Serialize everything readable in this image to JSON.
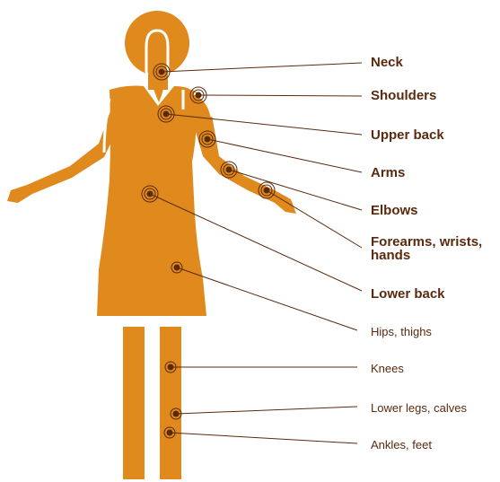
{
  "colors": {
    "body": "#e08a1e",
    "outline": "#ffffff",
    "line": "#5a2a0e",
    "marker": "#5a2a0e"
  },
  "labels": [
    {
      "id": "neck",
      "text": "Neck",
      "weight": "bold"
    },
    {
      "id": "shoulders",
      "text": "Shoulders",
      "weight": "bold"
    },
    {
      "id": "upper-back",
      "text": "Upper back",
      "weight": "bold"
    },
    {
      "id": "arms",
      "text": "Arms",
      "weight": "bold"
    },
    {
      "id": "elbows",
      "text": "Elbows",
      "weight": "bold"
    },
    {
      "id": "forearms",
      "text": "Forearms, wrists, hands",
      "weight": "bold"
    },
    {
      "id": "lower-back",
      "text": "Lower back",
      "weight": "bold"
    },
    {
      "id": "hips",
      "text": "Hips, thighs",
      "weight": "normal"
    },
    {
      "id": "knees",
      "text": "Knees",
      "weight": "normal"
    },
    {
      "id": "lower-legs",
      "text": "Lower legs, calves",
      "weight": "normal"
    },
    {
      "id": "ankles",
      "text": "Ankles, feet",
      "weight": "normal"
    }
  ]
}
